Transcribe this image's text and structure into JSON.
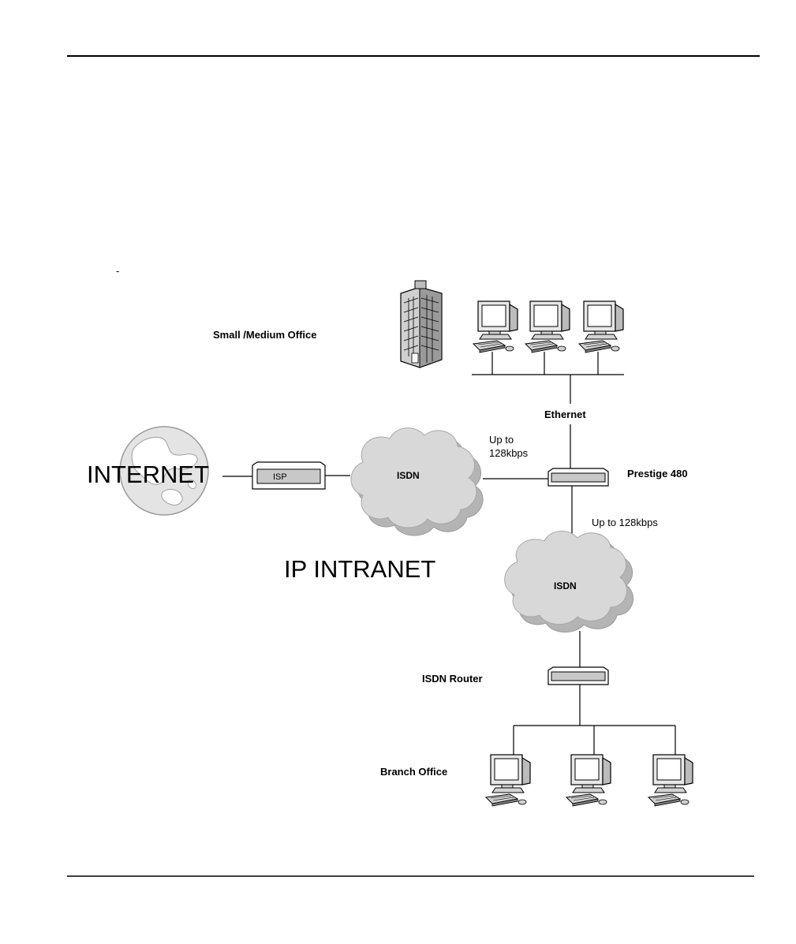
{
  "diagram": {
    "labels": {
      "small_medium_office": "Small /Medium Office",
      "ethernet": "Ethernet",
      "up_to_line1": "Up to",
      "up_to_line2": "128kbps",
      "prestige": "Prestige 480",
      "up_to_128kbps": "Up to 128kbps",
      "internet": "INTERNET",
      "isp": "ISP",
      "isdn_left": "ISDN",
      "isdn_right": "ISDN",
      "ip_intranet": "IP INTRANET",
      "isdn_router": "ISDN Router",
      "branch_office": "Branch Office",
      "dash": "-"
    },
    "colors": {
      "cloud_shadow": "#b4b4b4",
      "cloud_fill": "#d8d8d8",
      "device_fill": "#c8c8c8",
      "globe_fill": "#e2e2e2",
      "line": "#000000"
    }
  }
}
